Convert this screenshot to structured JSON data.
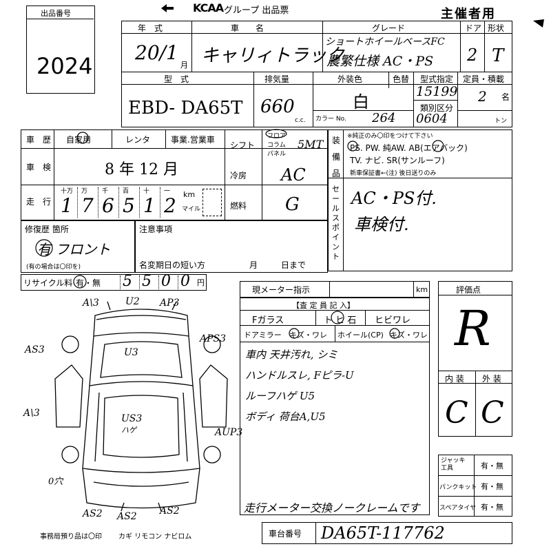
{
  "header": {
    "lot_label": "出品番号",
    "lot_number": "2024",
    "brand": "KCAA",
    "group_title": "グループ 出品票",
    "organizer": "主催者用"
  },
  "vehicle": {
    "year_label": "年　式",
    "year": "20/1",
    "year_unit": "月",
    "name_label": "車　　名",
    "name": "キャリィトラック",
    "grade_label": "グレード",
    "grade_line1": "ショートホイールベースFC",
    "grade_line2": "農繁仕様 AC・PS",
    "doors_label": "ドア",
    "doors": "2",
    "shape_label": "形状",
    "shape": "T",
    "model_label": "型　式",
    "model": "EBD- DA65T",
    "displacement_label": "排気量",
    "displacement": "660",
    "displacement_unit": "c.c.",
    "exterior_color_label": "外装色",
    "exterior_color": "白",
    "color_no_label": "色替",
    "color_code_label": "カラー No.",
    "color_code": "264",
    "type_designation_label": "型式指定",
    "type_designation": "15199",
    "category_label": "類別区分",
    "category": "0604",
    "capacity_label": "定員・積載",
    "capacity": "2",
    "capacity_unit": "名",
    "load_unit": "トン"
  },
  "history": {
    "usage_label": "車　歴",
    "usage_private": "自家用",
    "usage_rental": "レンタ",
    "usage_business": "事業.営業車",
    "inspection_label": "車　検",
    "inspection": "8 年 12 月",
    "mileage_label": "走　行",
    "mileage_units": [
      "十万",
      "万",
      "千",
      "百",
      "十",
      "一"
    ],
    "mileage_digits": [
      "1",
      "7",
      "6",
      "5",
      "1",
      "2"
    ],
    "km_label": "km",
    "mile_label": "マイル",
    "shift_label": "シフト",
    "shift_options": [
      "フロア",
      "コラム",
      "パネル"
    ],
    "shift_value": "5MT",
    "ac_label": "冷房",
    "ac": "AC",
    "fuel_label": "燃料",
    "fuel": "G"
  },
  "equipment": {
    "label": "装備品",
    "note": "※純正のみ〇印をつけて下さい",
    "line1": "PS. PW. 純AW. AB(エアバック)",
    "line2": "TV. ナビ. SR(サンルーフ)",
    "line3": "新車保証書←(注) 後日送りのみ",
    "sales_point_label": "セールスポイント",
    "sales_point_line1": "AC・PS付.",
    "sales_point_line2": "車検付."
  },
  "repair": {
    "label": "修復歴 箇所",
    "value": "有 フロント",
    "note": "(有の場合は〇印を)"
  },
  "notice": {
    "label": "注意事項",
    "registration_deadline": "名変期日の短い方",
    "month": "月",
    "day": "日まで"
  },
  "recycle": {
    "label": "リサイクル料",
    "status": "有・無",
    "amount_digits": [
      "5",
      "5",
      "0",
      "0"
    ],
    "unit": "円"
  },
  "inspector": {
    "meter_label": "現メーター指示",
    "meter_unit": "km",
    "entry_label": "【査 定 員 記 入】",
    "f_glass": "Fガラス",
    "f_glass_value": "ト ヒ 石",
    "crack": "ヒビワレ",
    "door_mirror": "ドアミラー",
    "door_mirror_options": "キズ・ワレ",
    "wheel": "ホイール(CP)",
    "wheel_options": "キズ・ワレ",
    "notes": [
      "車内 天井汚れ, シミ",
      "ハンドルスレ, Fピラ-U",
      "ルーフハゲ U5",
      "ボディ 荷台A,U5"
    ],
    "footer_note": "走行メーター交換ノークレームです"
  },
  "rating": {
    "label": "評価点",
    "value": "R",
    "interior_label": "内 装",
    "exterior_label": "外 装",
    "interior": "C",
    "exterior": "C"
  },
  "accessories": {
    "jack_label": "ジャッキ工具",
    "jack": "有・無",
    "puncture_kit_label": "パンクキット",
    "puncture_kit": "有・無",
    "spare_tire_label": "スペアタイヤ",
    "spare_tire": "有・無"
  },
  "chassis": {
    "label": "車台番号",
    "number": "DA65T-117762"
  },
  "footer": {
    "office_note": "事務局預り品は〇印",
    "keys": "カギ リモコン ナビロム"
  },
  "diagram_marks": {
    "top_left": "A\\3",
    "top_center": "U2",
    "top_right": "AP3",
    "left": "AS3",
    "right": "APS3",
    "body_center": "U3",
    "roof": "US3",
    "roof_note": "ハゲ",
    "left_lower": "A\\3",
    "right_lower": "AUP3",
    "bottom_left_area": "0穴",
    "bottom_left": "AS2",
    "bottom_center": "AS2",
    "bottom_right": "AS2"
  }
}
